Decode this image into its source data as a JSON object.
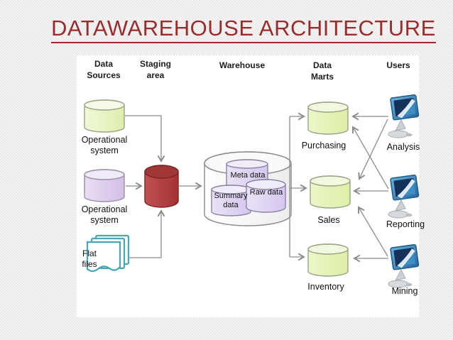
{
  "title": "DATAWAREHOUSE ARCHITECTURE",
  "columns": {
    "data_sources": "Data\nSources",
    "staging": "Staging\narea",
    "warehouse": "Warehouse",
    "data_marts": "Data\nMarts",
    "users": "Users"
  },
  "sources": {
    "operational1": "Operational\nsystem",
    "operational2": "Operational\nsystem",
    "flat_files": "Flat\nfiles"
  },
  "warehouse_components": {
    "meta": "Meta data",
    "summary": "Summary\ndata",
    "raw": "Raw data"
  },
  "data_marts": {
    "purchasing": "Purchasing",
    "sales": "Sales",
    "inventory": "Inventory"
  },
  "users": {
    "analysis": "Analysis",
    "reporting": "Reporting",
    "mining": "Mining"
  },
  "colors": {
    "title": "#9b2c2c",
    "panel": "#ffffff",
    "line": "#8c8c8c",
    "text": "#1a1a1a",
    "source_green_body": [
      "#f0f8da",
      "#ddefab"
    ],
    "source_green_top": "#f5fae8",
    "mart_green_body": [
      "#ecf6c8",
      "#dcefa6"
    ],
    "mart_green_top": "#f3f9de",
    "purple_body": [
      "#e9def4",
      "#d3bfe6"
    ],
    "purple_top": "#f1eaf8",
    "red_body": [
      "#c05252",
      "#a53232"
    ],
    "red_top": "#a03636",
    "lavender_body": [
      "#eae2f7",
      "#d5c7ef"
    ],
    "lavender_top": "#f1ecfa",
    "warehouse_body": [
      "#ffffff",
      "#ededf0"
    ],
    "warehouse_top": "#fafafc",
    "flat_files_border": "#4aa6b4",
    "monitor_frame": [
      "#6db3de",
      "#2a659e"
    ],
    "monitor_screen": "#15325a",
    "icon_base": "#d6dade"
  }
}
